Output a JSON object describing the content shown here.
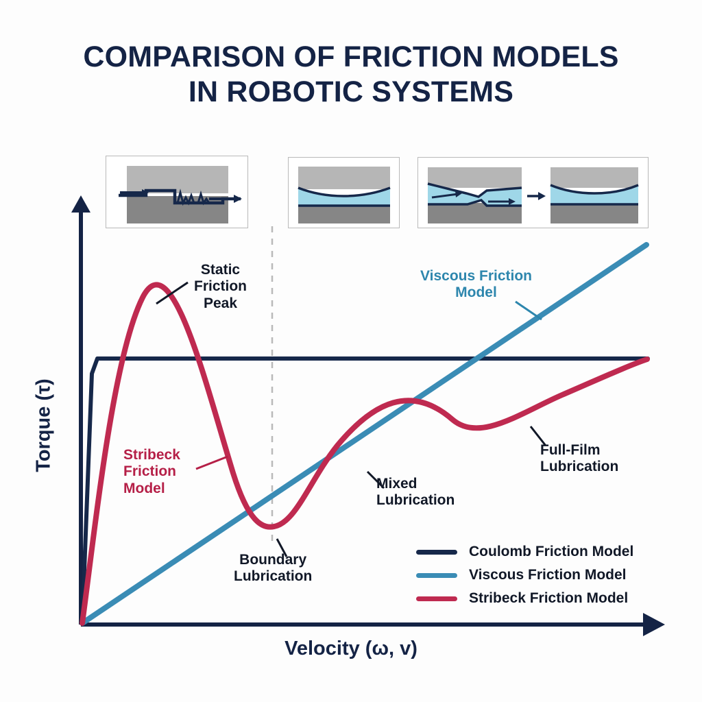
{
  "title": {
    "line1": "COMPARISON OF FRICTION MODELS",
    "line2": "IN ROBOTIC SYSTEMS"
  },
  "colors": {
    "coulomb": "#16284a",
    "viscous": "#3a8cb5",
    "stribeck": "#bf2a50",
    "axis": "#142345",
    "text": "#111827",
    "background": "#fdfdfd",
    "divider": "#b9b9b9",
    "metal_top": "#b6b6b6",
    "metal_bottom": "#868686",
    "fluid": "#9fd7e8"
  },
  "insets": [
    {
      "name": "boundary-lubrication-inset",
      "caption": "boundary lubrication asperity contact"
    },
    {
      "name": "mixed-lubrication-inset",
      "caption": "mixed lubrication thin fluid film"
    },
    {
      "name": "full-film-lubrication-inset",
      "caption": "full-film lubrication transition"
    }
  ],
  "annotations": {
    "static_peak": "Static\nFriction\nPeak",
    "stribeck_model": "Stribeck\nFriction\nModel",
    "viscous_model": "Viscous Friction\nModel",
    "boundary": "Boundary\nLubrication",
    "mixed": "Mixed\nLubrication",
    "full_film": "Full-Film\nLubrication"
  },
  "axes": {
    "y_title": "Torque (τ)",
    "x_title": "Velocity (ω, v)"
  },
  "legend": {
    "items": [
      {
        "label": "Coulomb Friction Model",
        "color": "#16284a"
      },
      {
        "label": "Viscous Friction Model",
        "color": "#3a8cb5"
      },
      {
        "label": "Stribeck Friction Model",
        "color": "#bf2a50"
      }
    ]
  },
  "chart_data": {
    "type": "line",
    "title": "COMPARISON OF FRICTION MODELS IN ROBOTIC SYSTEMS",
    "xlabel": "Velocity (ω, v)",
    "ylabel": "Torque (τ)",
    "xlim": [
      0,
      1
    ],
    "ylim": [
      0,
      1
    ],
    "grid": false,
    "axis_ticks": false,
    "legend_position": "bottom-right",
    "series": [
      {
        "name": "Coulomb Friction Model",
        "color": "#16284a",
        "description": "Zero torque at zero velocity, step jump to a constant Coulomb level, then flat plateau for all positive velocity.",
        "x": [
          0.0,
          0.012,
          0.025,
          1.0
        ],
        "y": [
          0.0,
          0.3,
          0.47,
          0.47
        ]
      },
      {
        "name": "Viscous Friction Model",
        "color": "#3a8cb5",
        "description": "Linear proportional to velocity through the origin; crosses the Coulomb plateau near x = 0.69.",
        "x": [
          0.0,
          1.0
        ],
        "y": [
          0.0,
          0.69
        ]
      },
      {
        "name": "Stribeck Friction Model",
        "color": "#bf2a50",
        "description": "Rises steeply to a static friction peak, decays through the Stribeck dip at minimum torque, then grows again with viscous slope to rejoin the Coulomb level.",
        "x": [
          0.0,
          0.03,
          0.06,
          0.11,
          0.16,
          0.22,
          0.28,
          0.33,
          0.38,
          0.43,
          0.5,
          0.58,
          0.66,
          0.75,
          0.84,
          0.92,
          1.0
        ],
        "y": [
          0.0,
          0.3,
          0.48,
          0.61,
          0.62,
          0.55,
          0.43,
          0.3,
          0.21,
          0.18,
          0.24,
          0.31,
          0.36,
          0.4,
          0.43,
          0.455,
          0.47
        ]
      }
    ],
    "annotations": [
      {
        "text": "Static Friction Peak",
        "x": 0.11,
        "y": 0.62,
        "regime": "static breakaway"
      },
      {
        "text": "Boundary Lubrication",
        "x": 0.34,
        "y": 0.18,
        "regime": "boundary"
      },
      {
        "text": "Mixed Lubrication",
        "x": 0.52,
        "y": 0.26,
        "regime": "mixed"
      },
      {
        "text": "Full-Film Lubrication",
        "x": 0.8,
        "y": 0.42,
        "regime": "full-film"
      }
    ],
    "regime_divider": {
      "x": 0.33,
      "style": "dashed"
    }
  }
}
